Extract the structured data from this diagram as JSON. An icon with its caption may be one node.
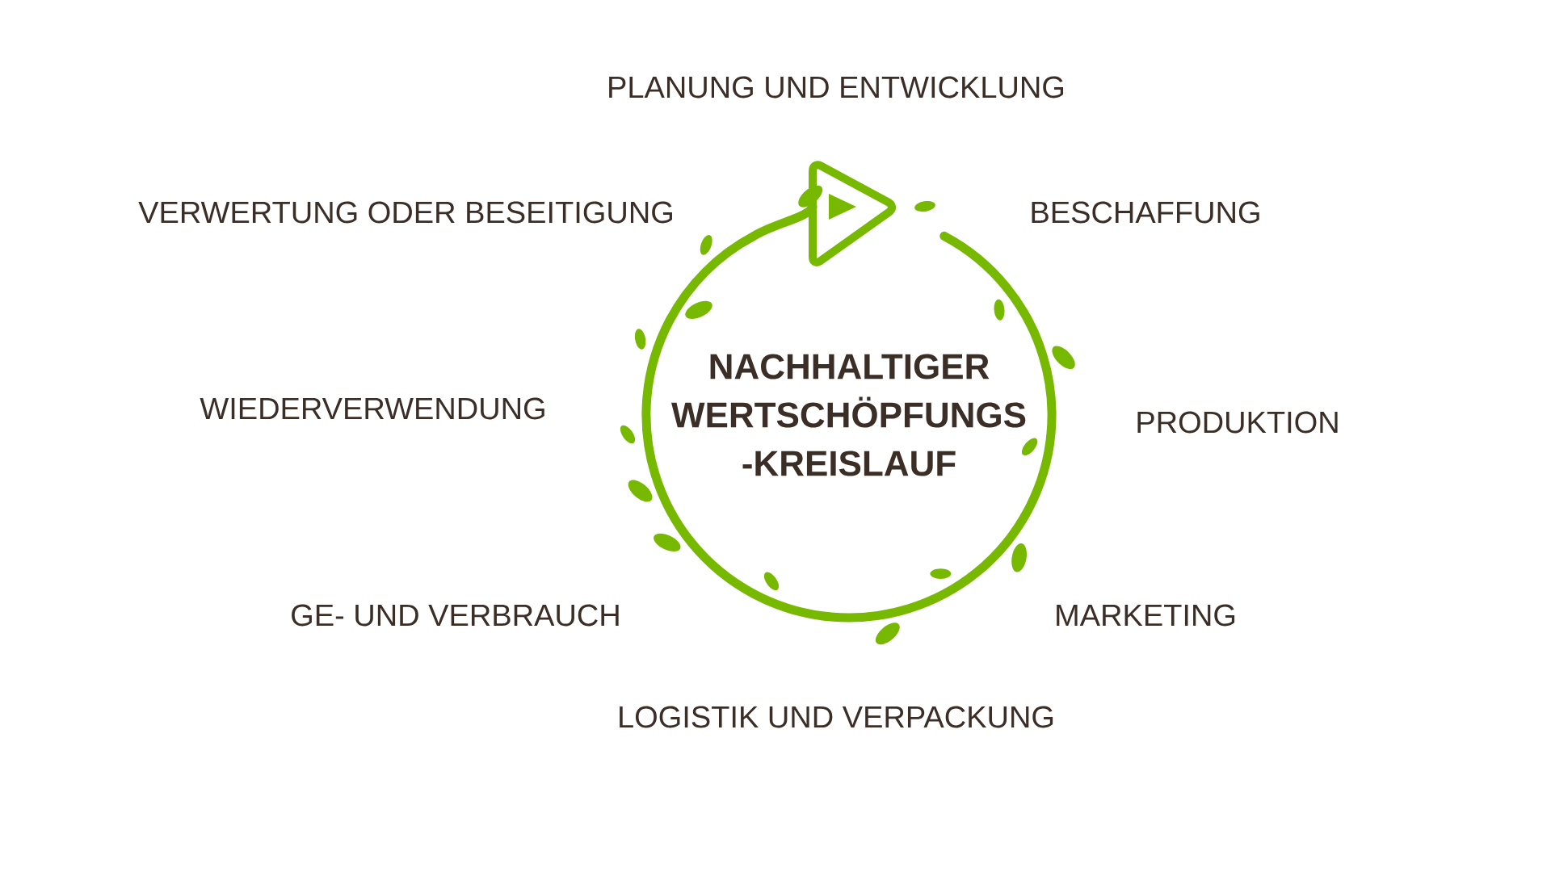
{
  "diagram": {
    "nodes": [
      {
        "text": [
          "NACHHALTIGER WERTSCHÖPFUNGS -KREISLAUF"
        ]
      }
    ],
    "labels": [
      "PLANUNG UND ENTWICKLUNG",
      "VERWERTUNG ODER BESEITIGUNG",
      "BESCHAFFUNG",
      "WIEDERVERWENDUNG",
      "PRODUKTION",
      "GE- UND VERBRAUCH",
      "MARKETING",
      "LOGISTIK UND VERPACKUNG"
    ]
  }
}
